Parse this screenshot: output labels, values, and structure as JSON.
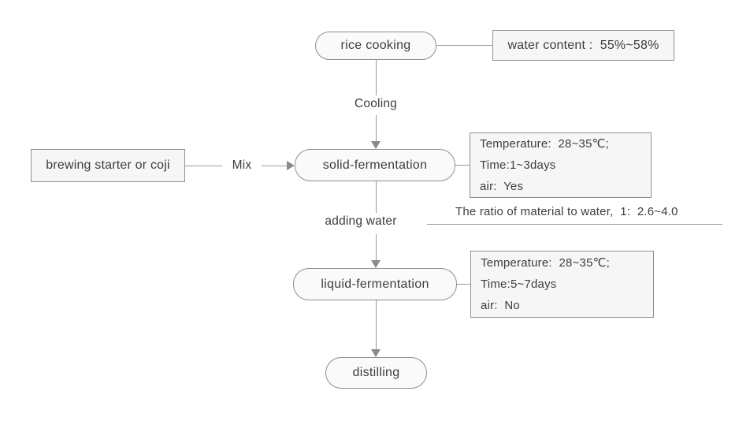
{
  "colors": {
    "bg": "#ffffff",
    "stroke": "#9a9a9a",
    "border": "#8f8f8f",
    "arrow": "#8a8a8a",
    "text": "#3d3d3d",
    "node-fill": "#fafafa",
    "note-fill": "#f6f6f6"
  },
  "diagram": {
    "type": "flowchart",
    "nodes": {
      "rice_cooking": {
        "label": "rice cooking"
      },
      "brewing_starter": {
        "label": "brewing starter or coji"
      },
      "solid_fermentation": {
        "label": "solid-fermentation"
      },
      "liquid_fermentation": {
        "label": "liquid-fermentation"
      },
      "distilling": {
        "label": "distilling"
      }
    },
    "notes": {
      "water_content": {
        "text": "water content :  55%~58%"
      },
      "solid_conditions": {
        "lines": [
          "Temperature:  28~35℃;",
          "Time:1~3days",
          "air:  Yes"
        ]
      },
      "liquid_conditions": {
        "lines": [
          "Temperature:  28~35℃;",
          "Time:5~7days",
          "air:  No"
        ]
      },
      "ratio": {
        "text": "The ratio of material to water,  1:  2.6~4.0"
      }
    },
    "edge_labels": {
      "cooling": "Cooling",
      "mix": "Mix",
      "adding_water": "adding water"
    }
  }
}
